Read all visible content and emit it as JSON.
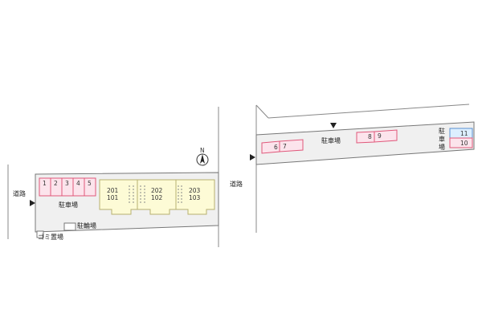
{
  "colors": {
    "lot_fill": "#f0f0f0",
    "lot_border": "#777777",
    "parking_pink_fill": "#fce4ec",
    "parking_pink_border": "#e0577a",
    "parking_blue_fill": "#dcefff",
    "parking_blue_border": "#5a8fd1",
    "building_fill": "#fdfbd6",
    "building_border": "#b8b070"
  },
  "left_lot": {
    "road_label": "道路",
    "parking_label": "駐車場",
    "parking_spaces": [
      "1",
      "2",
      "3",
      "4",
      "5"
    ],
    "units": [
      {
        "upper": "201",
        "lower": "101"
      },
      {
        "upper": "202",
        "lower": "102"
      },
      {
        "upper": "203",
        "lower": "103"
      }
    ],
    "bike_label": "駐輪場",
    "garbage_label": "ゴミ置場",
    "compass": "N"
  },
  "right_lot": {
    "road_label": "道路",
    "parking_label": "駐車場",
    "parking_label_vertical": [
      "駐",
      "車",
      "場"
    ],
    "parking_spaces_a": [
      "6",
      "7"
    ],
    "parking_spaces_b": [
      "8",
      "9"
    ],
    "space_11": "11",
    "space_10": "10"
  }
}
